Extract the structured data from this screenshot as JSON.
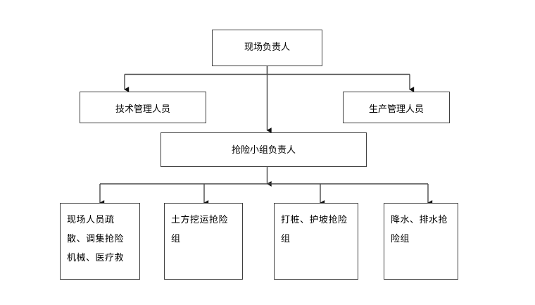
{
  "diagram": {
    "title": "",
    "type": "organization-chart",
    "orientation": "top-down",
    "line_color": "#3f3f3f",
    "box_border_color": "#3f3f3f",
    "background_color": "#ffffff",
    "text_color": "#000000"
  },
  "nodes": {
    "level1": {
      "site_manager": "现场负责人"
    },
    "level2": {
      "technical_manager": "技术管理人员",
      "production_manager": "生产管理人员"
    },
    "level3": {
      "rescue_team_leader": "抢险小组负责人"
    },
    "level4": [
      {
        "label": "现场人员疏\n散、调集抢险\n机械、医疗救"
      },
      {
        "label": "土方挖运抢险\n组"
      },
      {
        "label": "打桩、护坡抢险\n组"
      },
      {
        "label": "降水、排水抢\n险组"
      }
    ]
  },
  "connections": [
    {
      "from": "现场负责人",
      "to": "技术管理人员",
      "arrow": "down"
    },
    {
      "from": "现场负责人",
      "to": "生产管理人员",
      "arrow": "down"
    },
    {
      "from": "现场负责人",
      "to": "抢险小组负责人",
      "arrow": "down"
    },
    {
      "from": "抢险小组负责人",
      "to": "现场人员疏散、调集抢险机械、医疗救",
      "arrow": "down"
    },
    {
      "from": "抢险小组负责人",
      "to": "土方挖运抢险组",
      "arrow": "down"
    },
    {
      "from": "抢险小组负责人",
      "to": "打桩、护坡抢险组",
      "arrow": "down"
    },
    {
      "from": "抢险小组负责人",
      "to": "降水、排水抢险组",
      "arrow": "down"
    }
  ]
}
